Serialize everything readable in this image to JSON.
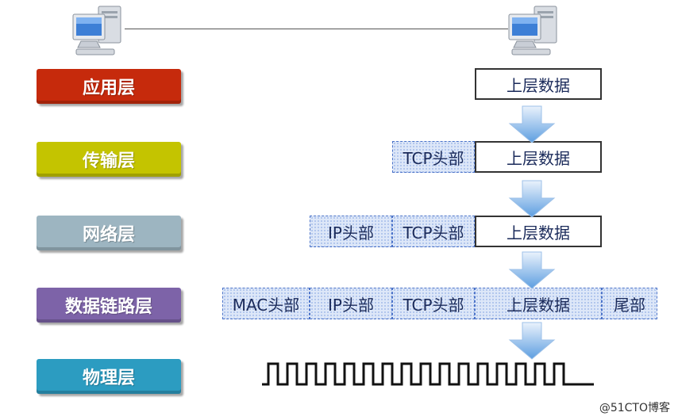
{
  "layers": [
    {
      "label": "应用层",
      "color": "#c62a0c"
    },
    {
      "label": "传输层",
      "color": "#c4c400"
    },
    {
      "label": "网络层",
      "color": "#9db5c1"
    },
    {
      "label": "数据链路层",
      "color": "#7d63a8"
    },
    {
      "label": "物理层",
      "color": "#2c9cc1"
    }
  ],
  "boxes": {
    "upper_data": "上层数据",
    "tcp_header": "TCP头部",
    "ip_header": "IP头部",
    "mac_header": "MAC头部",
    "trailer": "尾部"
  },
  "watermark": "@51CTO博客",
  "icons": [
    "computer-icon",
    "down-arrow-icon",
    "square-wave-signal"
  ]
}
